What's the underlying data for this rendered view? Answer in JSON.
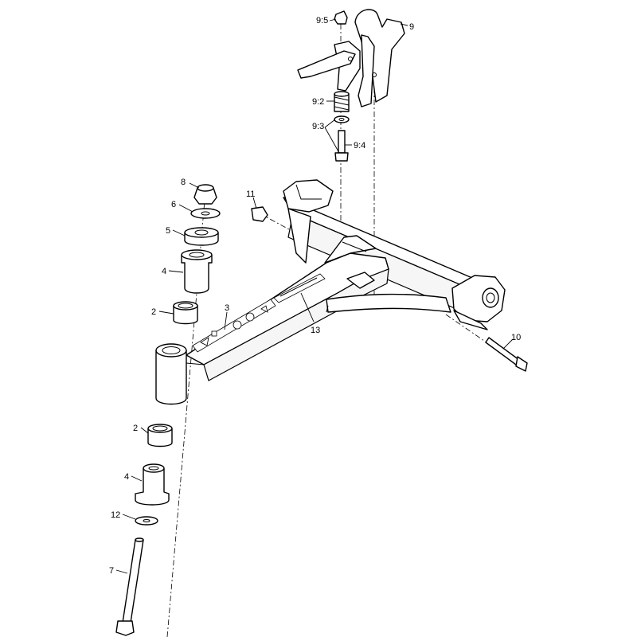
{
  "callouts": {
    "c95": "9:5",
    "c9": "9",
    "c92": "9:2",
    "c93": "9:3",
    "c94": "9:4",
    "c8": "8",
    "c6": "6",
    "c5": "5",
    "c4a": "4",
    "c2a": "2",
    "c3": "3",
    "c11": "11",
    "c13": "13",
    "c10": "10",
    "c2b": "2",
    "c4b": "4",
    "c12": "12",
    "c7": "7"
  }
}
